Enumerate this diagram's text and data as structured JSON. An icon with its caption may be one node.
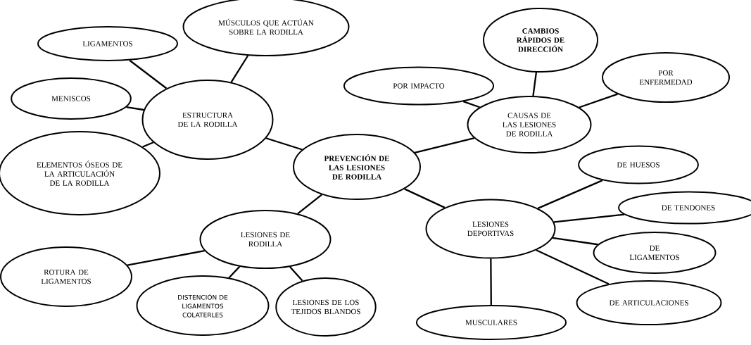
{
  "diagram": {
    "nodes": [
      {
        "text": [
          "PREVENCIÓN DE LAS LESIONES DE RODILLA"
        ]
      },
      {
        "text": [
          "ESTRUCTURA DE LA RODILLA"
        ]
      },
      {
        "text": [
          "LIGAMENTOS"
        ]
      },
      {
        "text": [
          "MÚSCULOS QUE ACTÚAN SOBRE LA RODILLA"
        ]
      },
      {
        "text": [
          "MENISCOS"
        ]
      },
      {
        "text": [
          "ELEMENTOS ÓSEOS DE LA ARTICULACIÓN DE LA RODILLA"
        ]
      },
      {
        "text": [
          "CAUSAS DE LAS LESIONES DE RODILLA"
        ]
      },
      {
        "text": [
          "POR IMPACTO"
        ]
      },
      {
        "text": [
          "CAMBIOS RÁPIDOS DE DIRECCIÓN"
        ]
      },
      {
        "text": [
          "POR ENFERMEDAD"
        ]
      },
      {
        "text": [
          "LESIONES DE RODILLA"
        ]
      },
      {
        "text": [
          "ROTURA DE LIGAMENTOS"
        ]
      },
      {
        "text": [
          "DISTENCIÓN DE LIGAMENTOS COLATERLES"
        ]
      },
      {
        "text": [
          "LESIONES DE LOS TEJIDOS BLANDOS"
        ]
      },
      {
        "text": [
          "LESIONES DEPORTIVAS"
        ]
      },
      {
        "text": [
          "DE HUESOS"
        ]
      },
      {
        "text": [
          "DE TENDONES"
        ]
      },
      {
        "text": [
          "DE LIGAMENTOS"
        ]
      },
      {
        "text": [
          "DE ARTICULACIONES"
        ]
      },
      {
        "text": [
          "MUSCULARES"
        ]
      }
    ],
    "edges": [
      {
        "from": 0,
        "to": 1,
        "arrow": "none"
      },
      {
        "from": 1,
        "to": 2,
        "arrow": "none"
      },
      {
        "from": 1,
        "to": 3,
        "arrow": "none"
      },
      {
        "from": 1,
        "to": 4,
        "arrow": "none"
      },
      {
        "from": 1,
        "to": 5,
        "arrow": "none"
      },
      {
        "from": 0,
        "to": 6,
        "arrow": "none"
      },
      {
        "from": 6,
        "to": 7,
        "arrow": "none"
      },
      {
        "from": 6,
        "to": 8,
        "arrow": "none"
      },
      {
        "from": 6,
        "to": 9,
        "arrow": "none"
      },
      {
        "from": 0,
        "to": 10,
        "arrow": "none"
      },
      {
        "from": 10,
        "to": 11,
        "arrow": "none"
      },
      {
        "from": 10,
        "to": 12,
        "arrow": "none"
      },
      {
        "from": 10,
        "to": 13,
        "arrow": "none"
      },
      {
        "from": 0,
        "to": 14,
        "arrow": "none"
      },
      {
        "from": 14,
        "to": 15,
        "arrow": "none"
      },
      {
        "from": 14,
        "to": 16,
        "arrow": "none"
      },
      {
        "from": 14,
        "to": 17,
        "arrow": "none"
      },
      {
        "from": 14,
        "to": 18,
        "arrow": "none"
      },
      {
        "from": 14,
        "to": 19,
        "arrow": "none"
      }
    ]
  }
}
